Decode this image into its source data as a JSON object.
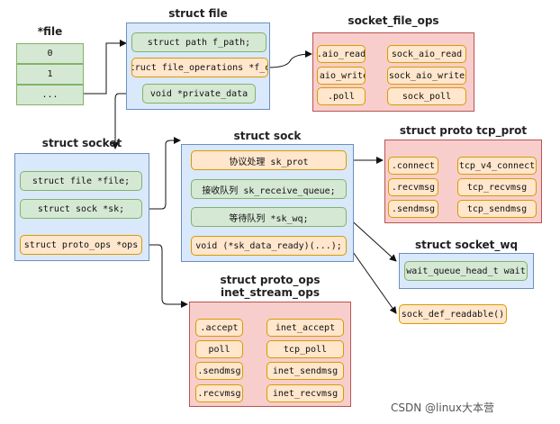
{
  "file_array": {
    "title": "*file",
    "cells": [
      "0",
      "1",
      "..."
    ]
  },
  "struct_file": {
    "title": "struct file",
    "fields": [
      "struct path f_path;",
      "struct file_operations *f_op",
      "void *private_data"
    ]
  },
  "socket_file_ops": {
    "title": "socket_file_ops",
    "rows": [
      {
        "name": ".aio_read",
        "fn": "sock_aio_read"
      },
      {
        "name": ".aio_write",
        "fn": "sock_aio_write"
      },
      {
        "name": ".poll",
        "fn": "sock_poll"
      }
    ]
  },
  "struct_socket": {
    "title": "struct socket",
    "fields": [
      "struct file *file;",
      "struct sock *sk;",
      "struct proto_ops *ops"
    ]
  },
  "struct_sock": {
    "title": "struct sock",
    "fields": [
      "协议处理 sk_prot",
      "接收队列 sk_receive_queue;",
      "等待队列 *sk_wq;",
      "void  (*sk_data_ready)(...);"
    ]
  },
  "tcp_prot": {
    "title": "struct proto tcp_prot",
    "rows": [
      {
        "name": ".connect",
        "fn": "tcp_v4_connect"
      },
      {
        "name": ".recvmsg",
        "fn": "tcp_recvmsg"
      },
      {
        "name": ".sendmsg",
        "fn": "tcp_sendmsg"
      }
    ]
  },
  "socket_wq": {
    "title": "struct socket_wq",
    "field": "wait_queue_head_t wait"
  },
  "sock_def_readable": "sock_def_readable()",
  "inet_stream_ops": {
    "title_line1": "struct proto_ops",
    "title_line2": "inet_stream_ops",
    "rows": [
      {
        "name": ".accept",
        "fn": "inet_accept"
      },
      {
        "name": "poll",
        "fn": "tcp_poll"
      },
      {
        "name": ".sendmsg",
        "fn": "inet_sendmsg"
      },
      {
        "name": ".recvmsg",
        "fn": "inet_recvmsg"
      }
    ]
  },
  "watermark": "CSDN @linux大本营"
}
